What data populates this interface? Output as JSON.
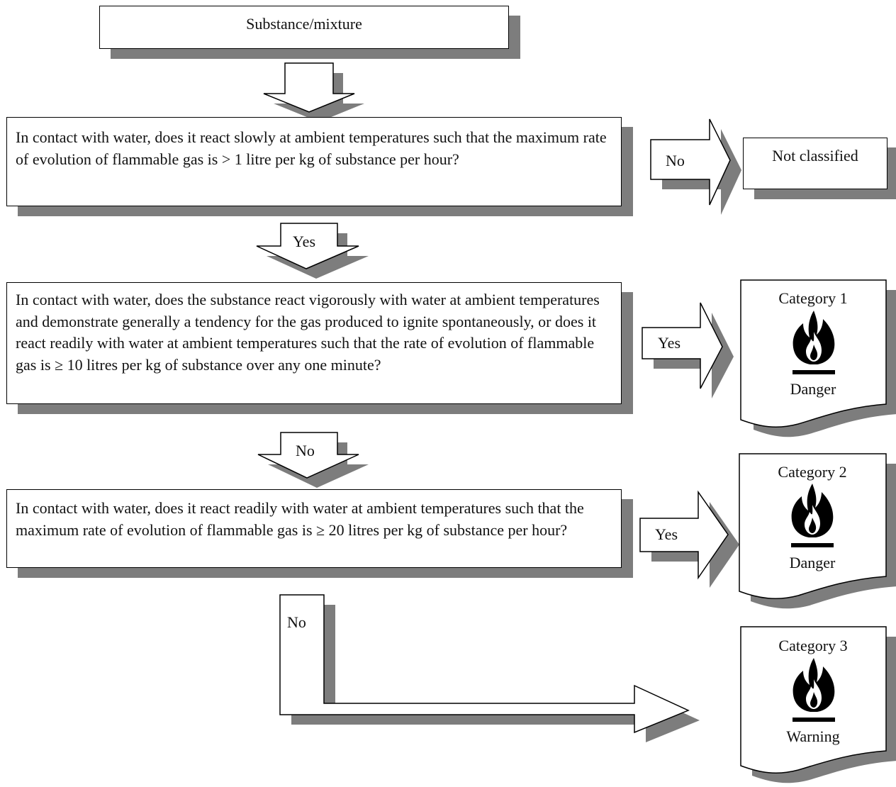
{
  "start": {
    "label": "Substance/mixture"
  },
  "questions": [
    {
      "text": "In contact with water, does it react slowly at ambient temperatures such that the maximum rate of evolution of flammable gas is > 1 litre per kg of substance per hour?"
    },
    {
      "text": "In contact with water, does the substance react vigorously with water at ambient temperatures and demonstrate generally a tendency for the gas produced to ignite spontaneously, or does it react readily with water at ambient temperatures such that the rate of evolution of flammable gas is ≥ 10 litres per kg of substance over any one minute?"
    },
    {
      "text": "In contact with water, does it react readily with water at ambient temperatures such that the maximum rate of evolution of flammable gas is ≥ 20 litres per kg of substance per hour?"
    }
  ],
  "not_classified": {
    "label": "Not classified"
  },
  "arrows": {
    "q1_no": "No",
    "q1_yes": "Yes",
    "q2_yes": "Yes",
    "q2_no": "No",
    "q3_yes": "Yes",
    "q3_no": "No"
  },
  "categories": [
    {
      "title": "Category 1",
      "signal_word": "Danger",
      "icon": "flame-pictogram"
    },
    {
      "title": "Category 2",
      "signal_word": "Danger",
      "icon": "flame-pictogram"
    },
    {
      "title": "Category 3",
      "signal_word": "Warning",
      "icon": "flame-pictogram"
    }
  ],
  "colors": {
    "shadow": "#7d7d7d",
    "line": "#000000",
    "fill": "#ffffff"
  }
}
